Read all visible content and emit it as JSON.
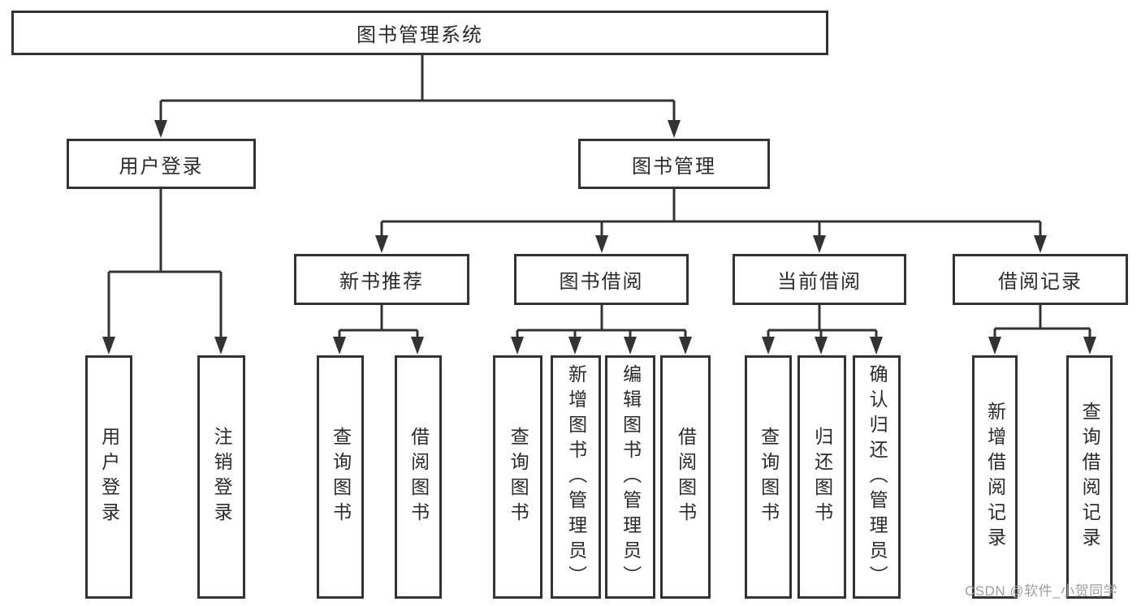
{
  "colors": {
    "background": "#ffffff",
    "line": "#333336",
    "box_border": "#333336",
    "text": "#2a2a2e",
    "watermark": "#9e9ea2"
  },
  "tree": {
    "root": "图书管理系统",
    "branches": [
      {
        "label": "用户登录",
        "children": [
          "用户登录",
          "注销登录"
        ]
      },
      {
        "label": "图书管理",
        "groups": [
          {
            "label": "新书推荐",
            "children": [
              "查询图书",
              "借阅图书"
            ]
          },
          {
            "label": "图书借阅",
            "children": [
              "查询图书",
              "新增图书（管理员）",
              "编辑图书（管理员）",
              "借阅图书"
            ]
          },
          {
            "label": "当前借阅",
            "children": [
              "查询图书",
              "归还图书",
              "确认归还（管理员）"
            ]
          },
          {
            "label": "借阅记录",
            "children": [
              "新增借阅记录",
              "查询借阅记录"
            ]
          }
        ]
      }
    ]
  },
  "watermark": {
    "text": "CSDN @软件_小贺同学"
  }
}
